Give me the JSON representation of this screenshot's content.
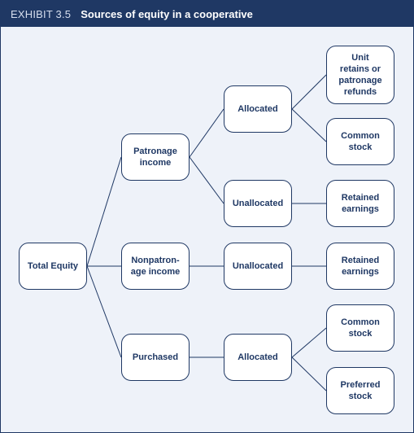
{
  "header": {
    "exhibit": "EXHIBIT 3.5",
    "title": "Sources of equity in a cooperative"
  },
  "nodes": {
    "total_equity": "Total Equity",
    "patronage_income": "Patronage\nincome",
    "nonpatronage_income": "Nonpatron-\nage income",
    "purchased": "Purchased",
    "allocated_patronage": "Allocated",
    "unallocated_patronage": "Unallocated",
    "unallocated_nonpatronage": "Unallocated",
    "allocated_purchased": "Allocated",
    "unit_retains": "Unit\nretains or\npatronage\nrefunds",
    "common_stock_1": "Common\nstock",
    "retained_earnings_1": "Retained\nearnings",
    "retained_earnings_2": "Retained\nearnings",
    "common_stock_2": "Common\nstock",
    "preferred_stock": "Preferred\nstock"
  },
  "colors": {
    "navy": "#1f3864",
    "panel": "#eef2f9"
  }
}
